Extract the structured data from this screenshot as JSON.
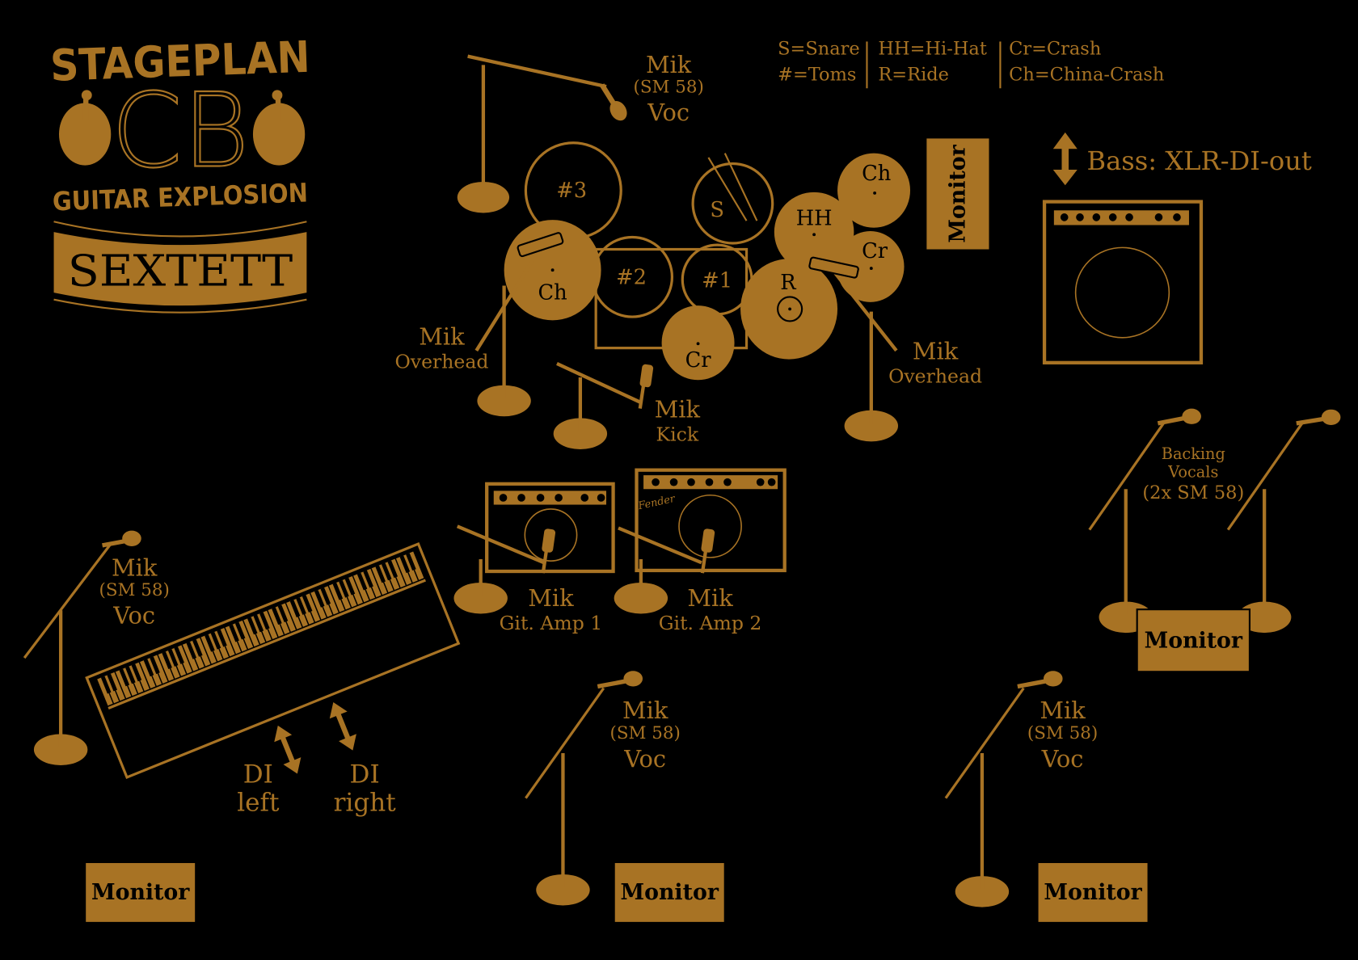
{
  "logo": {
    "title": "STAGEPLAN",
    "monogram": "CB",
    "band": "GUITAR EXPLOSION",
    "banner": "SEXTETT"
  },
  "legend": {
    "col1": [
      "S=Snare",
      "#=Toms"
    ],
    "col2": [
      "HH=Hi-Hat",
      "R=Ride"
    ],
    "col3": [
      "Cr=Crash",
      "Ch=China-Crash"
    ]
  },
  "drums": {
    "tom3": "#3",
    "tom2": "#2",
    "tom1": "#1",
    "snare": "S",
    "hihat": "HH",
    "china_left": "Ch",
    "china_right": "Ch",
    "crash_right": "Cr",
    "crash_bottom": "Cr",
    "ride": "R"
  },
  "mics": {
    "voc_top": {
      "title": "Mik",
      "model": "(SM 58)",
      "role": "Voc"
    },
    "overhead_left": {
      "title": "Mik",
      "role": "Overhead"
    },
    "overhead_right": {
      "title": "Mik",
      "role": "Overhead"
    },
    "kick": {
      "title": "Mik",
      "role": "Kick"
    },
    "amp1": {
      "title": "Mik",
      "role": "Git. Amp 1"
    },
    "amp2": {
      "title": "Mik",
      "role": "Git. Amp 2"
    },
    "voc_left": {
      "title": "Mik",
      "model": "(SM 58)",
      "role": "Voc"
    },
    "voc_center": {
      "title": "Mik",
      "model": "(SM 58)",
      "role": "Voc"
    },
    "voc_right": {
      "title": "Mik",
      "model": "(SM 58)",
      "role": "Voc"
    },
    "backing": {
      "line1": "Backing",
      "line2": "Vocals",
      "line3": "(2x SM 58)"
    }
  },
  "bass": {
    "label": "Bass: XLR-DI-out"
  },
  "amp2_brand": "Fender",
  "keyboard": {
    "di_left": [
      "DI",
      "left"
    ],
    "di_right": [
      "DI",
      "right"
    ]
  },
  "monitors": {
    "drum": "Monitor",
    "backing": "Monitor",
    "left": "Monitor",
    "center": "Monitor",
    "right": "Monitor"
  },
  "colors": {
    "accent": "#A87324",
    "background": "#000000"
  }
}
